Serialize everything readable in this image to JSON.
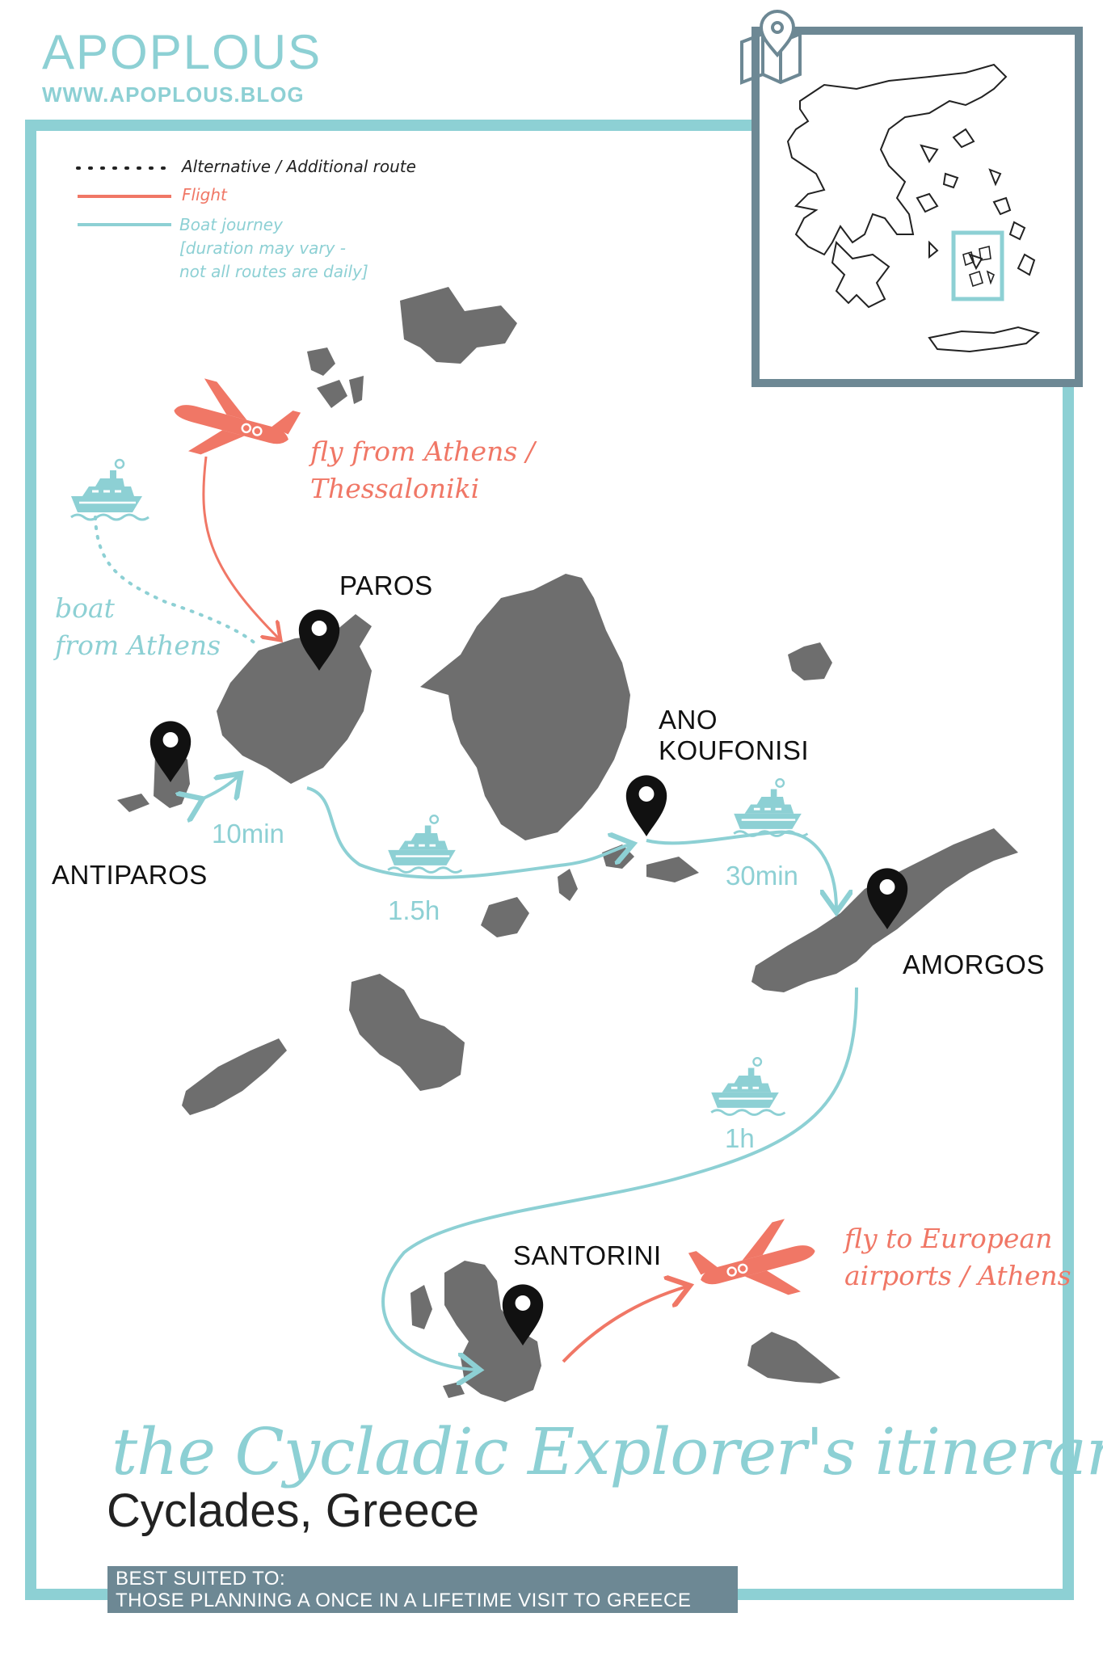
{
  "brand": {
    "name": "APOPLOUS",
    "url": "WWW.APOPLOUS.BLOG"
  },
  "legend": {
    "alternative": "Alternative / Additional route",
    "flight": "Flight",
    "boat_line1": "Boat journey",
    "boat_line2": "[duration may vary -",
    "boat_line3": "not all routes are daily]"
  },
  "islands": {
    "paros": "PAROS",
    "antiparos": "ANTIPAROS",
    "ano": "ANO",
    "koufonisi": "KOUFONISI",
    "amorgos": "AMORGOS",
    "santorini": "SANTORINI"
  },
  "notes": {
    "fly_from_1": "fly from Athens /",
    "fly_from_2": "Thessaloniki",
    "boat_from_1": "boat",
    "boat_from_2": "from Athens",
    "fly_to_1": "fly to European",
    "fly_to_2": "airports / Athens"
  },
  "durations": {
    "paros_antiparos": "10min",
    "paros_koufonisi": "1.5h",
    "koufonisi_amorgos": "30min",
    "amorgos_santorini": "1h"
  },
  "title": "the Cycladic Explorer's itinerary",
  "subtitle": "Cyclades, Greece",
  "best_suited": {
    "label": "BEST SUITED TO:",
    "value": "THOSE PLANNING A ONCE IN A LIFETIME VISIT TO GREECE"
  },
  "colors": {
    "teal": "#8dd0d4",
    "coral": "#f07766",
    "island_grey": "#6e6e6e",
    "frame_slate": "#6d8894",
    "pin": "#111111"
  },
  "icons": [
    "map-pin-icon",
    "airplane-icon",
    "ship-icon",
    "folded-map-icon",
    "greece-inset-map"
  ]
}
